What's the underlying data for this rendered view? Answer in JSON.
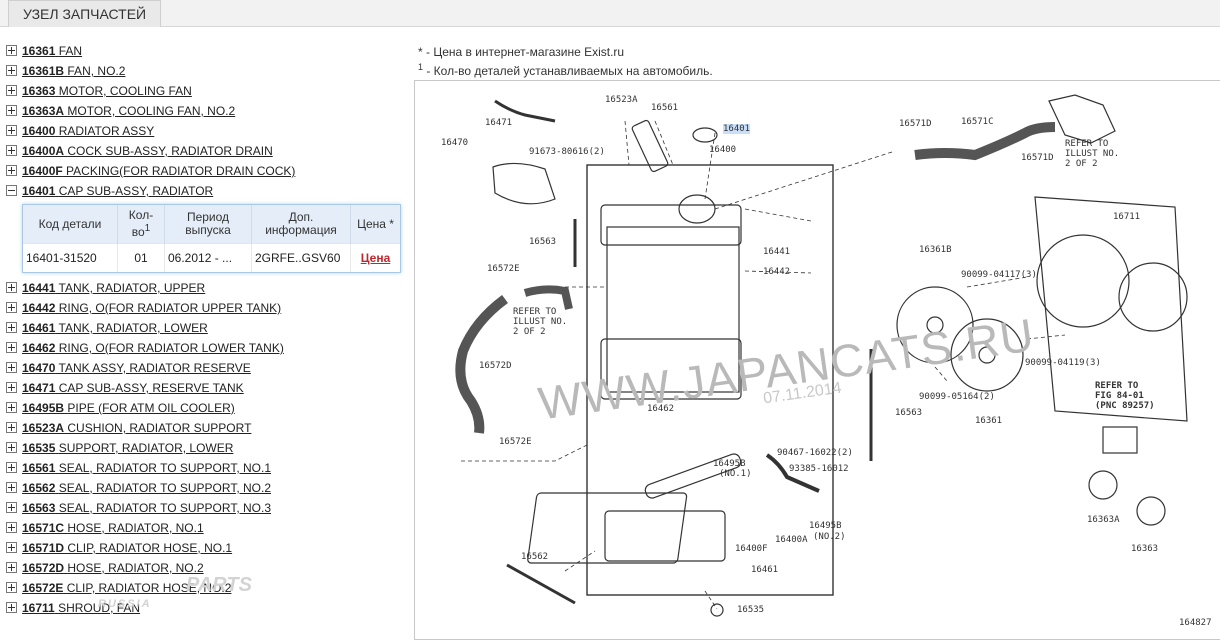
{
  "tab": {
    "title": "УЗЕЛ ЗАПЧАСТЕЙ"
  },
  "parts_before": [
    {
      "code": "16361",
      "name": "FAN"
    },
    {
      "code": "16361B",
      "name": "FAN, NO.2"
    },
    {
      "code": "16363",
      "name": "MOTOR, COOLING FAN"
    },
    {
      "code": "16363A",
      "name": "MOTOR, COOLING FAN, NO.2"
    },
    {
      "code": "16400",
      "name": "RADIATOR ASSY"
    },
    {
      "code": "16400A",
      "name": "COCK SUB-ASSY, RADIATOR DRAIN"
    },
    {
      "code": "16400F",
      "name": "PACKING(FOR RADIATOR DRAIN COCK)"
    }
  ],
  "expanded": {
    "code": "16401",
    "name": "CAP SUB-ASSY, RADIATOR",
    "table": {
      "headers": {
        "code": "Код детали",
        "qty": "Кол-во",
        "qty_sup": "1",
        "period": "Период выпуска",
        "info": "Доп. информация",
        "price": "Цена *"
      },
      "row": {
        "code": "16401-31520",
        "qty": "01",
        "period": "06.2012 - ...",
        "info": "2GRFE..GSV60",
        "price": "Цена"
      }
    }
  },
  "parts_after": [
    {
      "code": "16441",
      "name": "TANK, RADIATOR, UPPER"
    },
    {
      "code": "16442",
      "name": "RING, O(FOR RADIATOR UPPER TANK)"
    },
    {
      "code": "16461",
      "name": "TANK, RADIATOR, LOWER"
    },
    {
      "code": "16462",
      "name": "RING, O(FOR RADIATOR LOWER TANK)"
    },
    {
      "code": "16470",
      "name": "TANK ASSY, RADIATOR RESERVE"
    },
    {
      "code": "16471",
      "name": "CAP SUB-ASSY, RESERVE TANK"
    },
    {
      "code": "16495B",
      "name": "PIPE (FOR ATM OIL COOLER)"
    },
    {
      "code": "16523A",
      "name": "CUSHION, RADIATOR SUPPORT"
    },
    {
      "code": "16535",
      "name": "SUPPORT, RADIATOR, LOWER"
    },
    {
      "code": "16561",
      "name": "SEAL, RADIATOR TO SUPPORT, NO.1"
    },
    {
      "code": "16562",
      "name": "SEAL, RADIATOR TO SUPPORT, NO.2"
    },
    {
      "code": "16563",
      "name": "SEAL, RADIATOR TO SUPPORT, NO.3"
    },
    {
      "code": "16571C",
      "name": "HOSE, RADIATOR, NO.1"
    },
    {
      "code": "16571D",
      "name": "CLIP, RADIATOR HOSE, NO.1"
    },
    {
      "code": "16572D",
      "name": "HOSE, RADIATOR, NO.2"
    },
    {
      "code": "16572E",
      "name": "CLIP, RADIATOR HOSE, NO.2"
    },
    {
      "code": "16711",
      "name": "SHROUD, FAN"
    }
  ],
  "notes": {
    "price_note": "* - Цена в интернет-магазине Exist.ru",
    "qty_sup": "1",
    "qty_note": " - Кол-во деталей устанавливаемых на автомобиль."
  },
  "diagram": {
    "callouts": [
      {
        "id": "16523A",
        "text": "16523A"
      },
      {
        "id": "16561",
        "text": "16561"
      },
      {
        "id": "16401",
        "text": "16401",
        "highlight": true
      },
      {
        "id": "16400",
        "text": "16400"
      },
      {
        "id": "16471",
        "text": "16471"
      },
      {
        "id": "16470",
        "text": "16470"
      },
      {
        "id": "91673",
        "text": "91673-80616(2)"
      },
      {
        "id": "16563a",
        "text": "16563"
      },
      {
        "id": "16572Ea",
        "text": "16572E"
      },
      {
        "id": "16441",
        "text": "16441"
      },
      {
        "id": "16442",
        "text": "16442"
      },
      {
        "id": "16572D",
        "text": "16572D"
      },
      {
        "id": "16462",
        "text": "16462"
      },
      {
        "id": "16572Eb",
        "text": "16572E"
      },
      {
        "id": "16563b",
        "text": "16563"
      },
      {
        "id": "16495Ba",
        "text": "16495B"
      },
      {
        "id": "16495Ba2",
        "text": "(NO.1)"
      },
      {
        "id": "90467",
        "text": "90467-16022(2)"
      },
      {
        "id": "93385",
        "text": "93385-16012"
      },
      {
        "id": "16495Bb",
        "text": "16495B"
      },
      {
        "id": "16495Bb2",
        "text": "(NO.2)"
      },
      {
        "id": "16400F",
        "text": "16400F"
      },
      {
        "id": "16400A",
        "text": "16400A"
      },
      {
        "id": "16461",
        "text": "16461"
      },
      {
        "id": "16562",
        "text": "16562"
      },
      {
        "id": "16535",
        "text": "16535"
      },
      {
        "id": "16571D1",
        "text": "16571D"
      },
      {
        "id": "16571C",
        "text": "16571C"
      },
      {
        "id": "16571D2",
        "text": "16571D"
      },
      {
        "id": "16711",
        "text": "16711"
      },
      {
        "id": "16361B",
        "text": "16361B"
      },
      {
        "id": "90099a",
        "text": "90099-04117(3)"
      },
      {
        "id": "90099b",
        "text": "90099-04119(3)"
      },
      {
        "id": "90099c",
        "text": "90099-05164(2)"
      },
      {
        "id": "16361",
        "text": "16361"
      },
      {
        "id": "16363A",
        "text": "16363A"
      },
      {
        "id": "16363",
        "text": "16363"
      },
      {
        "id": "figno",
        "text": "164827"
      }
    ],
    "refer1": [
      "REFER TO",
      "ILLUST NO.",
      "2 OF 2"
    ],
    "refer2": [
      "REFER TO",
      "ILLUST NO.",
      "2 OF 2"
    ],
    "refer3": [
      "REFER TO",
      "FIG  84-01",
      "(PNC 89257)"
    ],
    "watermark": "WWW.JAPANCATS.RU",
    "watermark_date": "07.11.2014",
    "logo_top": "PARTS",
    "logo_bottom": "RUSSIA"
  },
  "colors": {
    "highlight": "#c9dff7",
    "price_link": "#c0272d",
    "table_header": "#e5eef8",
    "table_border": "#a9c8e6"
  }
}
